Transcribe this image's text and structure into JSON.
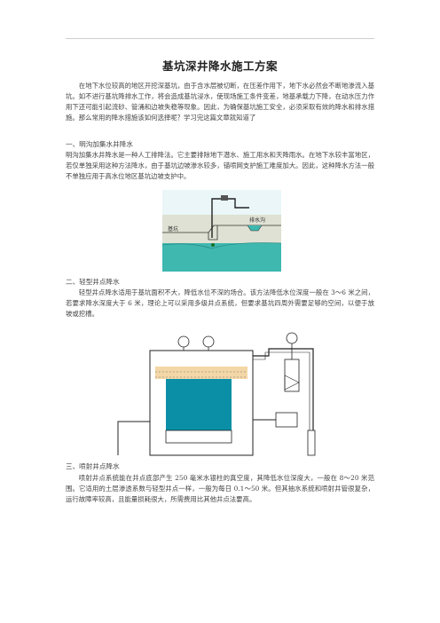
{
  "document": {
    "title": "基坑深井降水施工方案",
    "intro": "在地下水位较高的地区开挖深基坑，由于含水层被切断，在压差作用下，地下水必然会不断地渗流入基坑。如不进行基坑降排水工作，将会造成基坑浸水，使现场施工条件变差，地基承载力下降，在动水压力作用下还可能引起流砂、管涌和边坡失稳等现象。因此，为确保基坑施工安全，必须采取有效的降水和排水措施。那么常用的降水措施该如何选择呢？学习完这篇文章就知道了",
    "sections": [
      {
        "heading": "一、明沟加集水井降水",
        "body": "明沟加集水井降水是一种人工排降法。它主要排除地下潜水、施工用水和天降雨水。在地下水较丰富地区，若仅单独采用这种方法降水，由于基坑边坡渗水较多，锚喷网支护施工难度加大。因此，这种降水方法一般不单独应用于高水位地区基坑边坡支护中。"
      },
      {
        "heading": "二、轻型井点降水",
        "body": "轻型井点降水适用于基坑面积不大，降低水位不深的场合。该方法降低水位深度一般在 3～6 米之间，若要求降水深度大于 6 米，理论上可以采用多级井点系统，但要求基坑四周外需要足够的空间，以便于放坡或挖槽。"
      },
      {
        "heading": "三、喷射井点降水",
        "body": "喷射井点系统能在井点底部产生 250 毫米水银柱的真空度，其降低水位深度大，一般在 8～20 米范围。它适用的土层渗透系数与轻型井点一样，一般为每日 0.1～50 米。但其抽水系统和喷射井管很复杂，运行故障率较高，且能量损耗很大，所需费用比其他井点法要高。"
      }
    ]
  },
  "figure1": {
    "label_left": "基坑",
    "label_right": "排水沟"
  },
  "colors": {
    "water": "#3fb8b0",
    "soil": "#c9b98e",
    "sky": "#eaf6f8",
    "tank": "#0a8fa6",
    "tank_top": "#f4d7a6"
  }
}
